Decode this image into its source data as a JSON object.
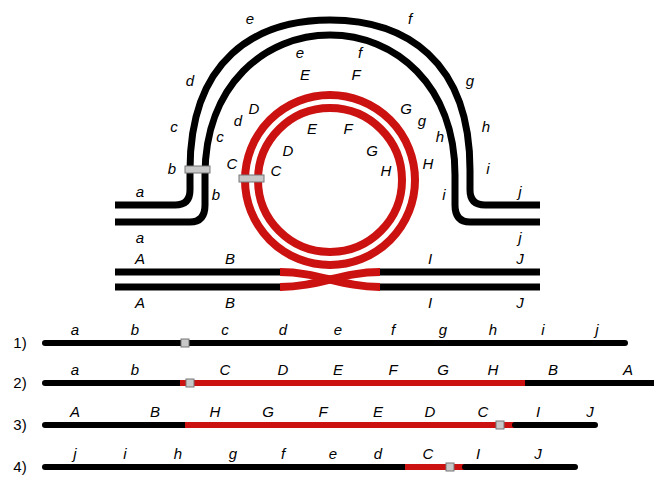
{
  "diagram": {
    "labels": [
      "e",
      "f",
      "e",
      "f",
      "E",
      "F",
      "d",
      "g",
      "D",
      "G",
      "d",
      "g",
      "c",
      "h",
      "E",
      "F",
      "c",
      "h",
      "D",
      "G",
      "C",
      "H",
      "b",
      "i",
      "C",
      "H",
      "a",
      "j",
      "b",
      "i",
      "a",
      "j",
      "A",
      "B",
      "I",
      "J",
      "A",
      "B",
      "I",
      "J",
      "1)",
      "a",
      "b",
      "c",
      "d",
      "e",
      "f",
      "g",
      "h",
      "i",
      "j",
      "2)",
      "a",
      "b",
      "C",
      "D",
      "E",
      "F",
      "G",
      "H",
      "B",
      "A",
      "3)",
      "A",
      "B",
      "H",
      "G",
      "F",
      "E",
      "D",
      "C",
      "I",
      "J",
      "4)",
      "j",
      "i",
      "h",
      "g",
      "f",
      "e",
      "d",
      "C",
      "I",
      "J"
    ]
  }
}
